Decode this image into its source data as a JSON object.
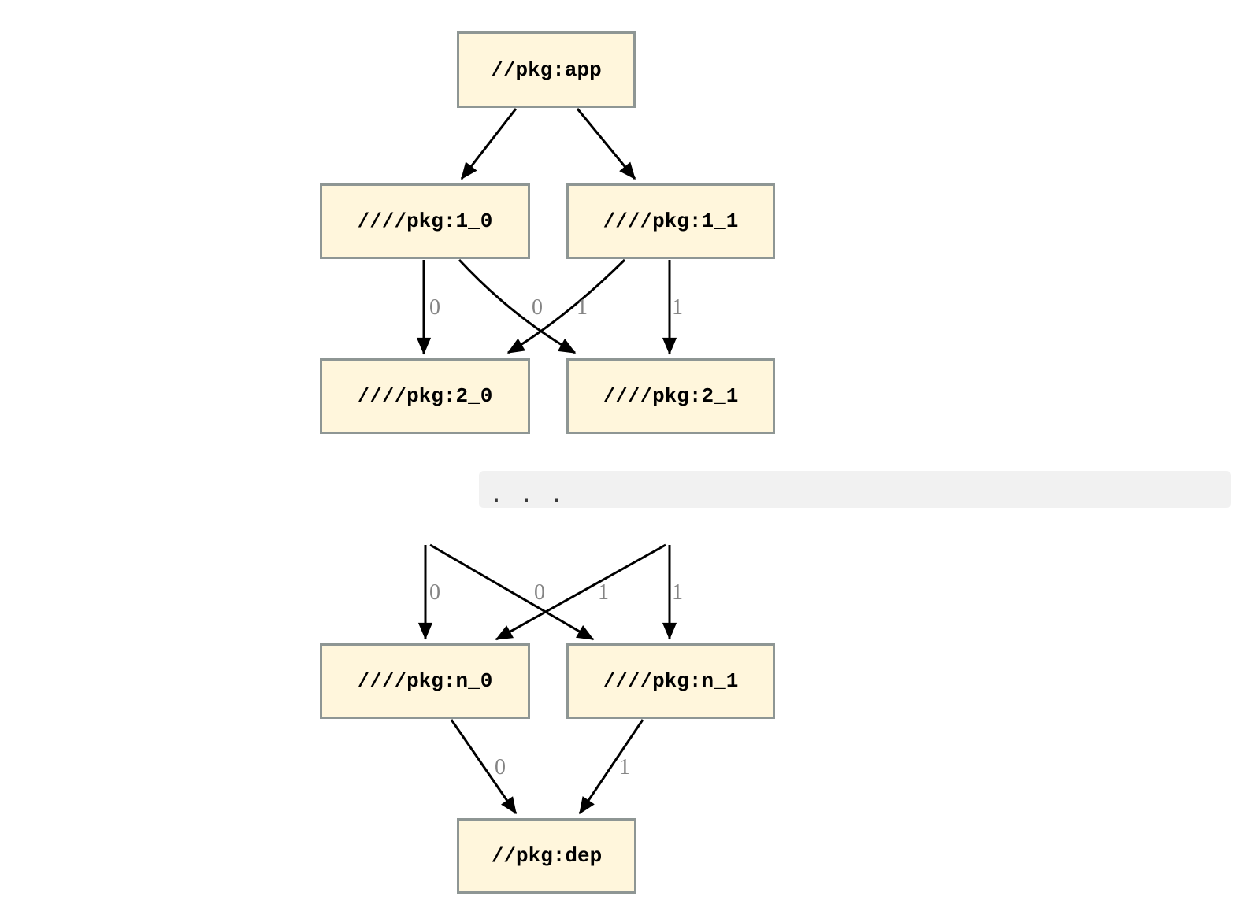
{
  "graph": {
    "nodes": {
      "app": {
        "label": "//pkg:app"
      },
      "v1_0": {
        "label": "////pkg:1_0"
      },
      "v1_1": {
        "label": "////pkg:1_1"
      },
      "v2_0": {
        "label": "////pkg:2_0"
      },
      "v2_1": {
        "label": "////pkg:2_1"
      },
      "vn_0": {
        "label": "////pkg:n_0"
      },
      "vn_1": {
        "label": "////pkg:n_1"
      },
      "dep": {
        "label": "//pkg:dep"
      }
    },
    "ellipsis": ". . .",
    "edges": [
      {
        "from": "//pkg:app",
        "to": "////pkg:1_0",
        "label": ""
      },
      {
        "from": "//pkg:app",
        "to": "////pkg:1_1",
        "label": ""
      },
      {
        "from": "////pkg:1_0",
        "to": "////pkg:2_0",
        "label": "0"
      },
      {
        "from": "////pkg:1_0",
        "to": "////pkg:2_1",
        "label": "0"
      },
      {
        "from": "////pkg:1_1",
        "to": "////pkg:2_0",
        "label": "1"
      },
      {
        "from": "////pkg:1_1",
        "to": "////pkg:2_1",
        "label": "1"
      },
      {
        "from": "...",
        "to": "////pkg:n_0",
        "label": "0"
      },
      {
        "from": "...",
        "to": "////pkg:n_1",
        "label": "0"
      },
      {
        "from": "...",
        "to": "////pkg:n_0",
        "label": "1"
      },
      {
        "from": "...",
        "to": "////pkg:n_1",
        "label": "1"
      },
      {
        "from": "////pkg:n_0",
        "to": "//pkg:dep",
        "label": "0"
      },
      {
        "from": "////pkg:n_1",
        "to": "//pkg:dep",
        "label": "1"
      }
    ]
  },
  "colors": {
    "node_fill": "#fff6dc",
    "node_border": "#8e9694",
    "edge_color": "#000000",
    "edge_label_color": "#848484",
    "band_bg": "#f1f1f1",
    "dots_color": "#3a3a3a"
  }
}
